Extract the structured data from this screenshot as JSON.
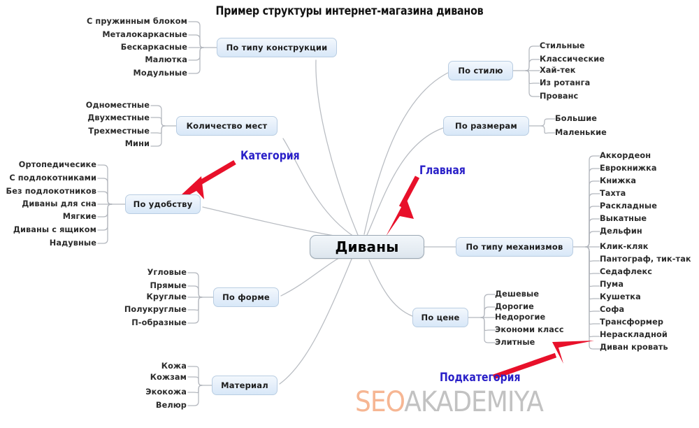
{
  "title": "Пример структуры интернет-магазина диванов",
  "center": {
    "label": "Диваны"
  },
  "branches": [
    {
      "id": "construction",
      "label": "По типу конструкции",
      "side": "left",
      "leaves": [
        "С пружинным блоком",
        "Металокаркасные",
        "Бескаркасные",
        "Малютка",
        "Модульные"
      ]
    },
    {
      "id": "seats",
      "label": "Количество мест",
      "side": "left",
      "leaves": [
        "Одноместные",
        "Двухместные",
        "Трехместные",
        "Мини"
      ]
    },
    {
      "id": "comfort",
      "label": "По удобству",
      "side": "left",
      "leaves": [
        "Ортопедичесике",
        "С подлокотниками",
        "Без подлокотников",
        "Диваны для сна",
        "Мягкие",
        "Диваны с ящиком",
        "Надувные"
      ]
    },
    {
      "id": "shape",
      "label": "По форме",
      "side": "left",
      "leaves": [
        "Угловые",
        "Прямые",
        "Круглые",
        "Полукруглые",
        "П-образные"
      ]
    },
    {
      "id": "material",
      "label": "Материал",
      "side": "left",
      "leaves": [
        "Кожа",
        "Кожзам",
        "Экокожа",
        "Велюр"
      ]
    },
    {
      "id": "style",
      "label": "По стилю",
      "side": "right",
      "leaves": [
        "Стильные",
        "Классические",
        "Хай-тек",
        "Из ротанга",
        "Прованс"
      ]
    },
    {
      "id": "size",
      "label": "По размерам",
      "side": "right",
      "leaves": [
        "Большие",
        "Маленькие"
      ]
    },
    {
      "id": "mechanism",
      "label": "По типу механизмов",
      "side": "right",
      "leaves": [
        "Аккордеон",
        "Еврокнижка",
        "Книжка",
        "Тахта",
        "Раскладные",
        "Выкатные",
        "Дельфин",
        "Клик-кляк",
        "Пантограф, тик-так",
        "Седафлекс",
        "Пума",
        "Кушетка",
        "Софа",
        "Трансформер",
        "Нераскладной",
        "Диван кровать"
      ]
    },
    {
      "id": "price",
      "label": "По цене",
      "side": "right",
      "leaves": [
        "Дешевые",
        "Дорогие",
        "Недорогие",
        "Экономи класс",
        "Элитные"
      ]
    }
  ],
  "annotations": [
    {
      "id": "category",
      "label": "Категория"
    },
    {
      "id": "main",
      "label": "Главная"
    },
    {
      "id": "subcategory",
      "label": "Подкатегория"
    }
  ],
  "watermark": {
    "part1": "SEO",
    "part2": "AKADEMIYA"
  },
  "colors": {
    "annotation_text": "#2a20c8",
    "arrow": "#e8102a",
    "node_border": "#b9cde2",
    "node_fill": "#e4eefa",
    "center_fill": "#e6edf3",
    "wire": "#b0b4bb",
    "leaf_text": "#2b2b2b",
    "watermark_seo": "#f6b08a",
    "watermark_rest": "#bdbdbd"
  }
}
